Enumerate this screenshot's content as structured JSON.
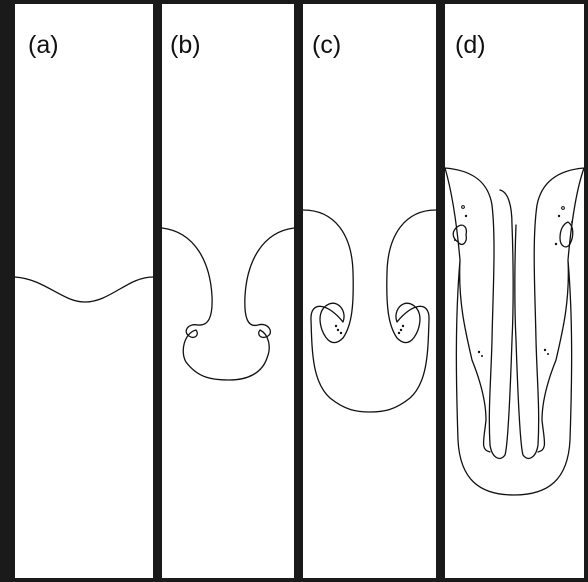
{
  "figure": {
    "panels": [
      {
        "id": "a",
        "label": "(a)"
      },
      {
        "id": "b",
        "label": "(b)"
      },
      {
        "id": "c",
        "label": "(c)"
      },
      {
        "id": "d",
        "label": "(d)"
      }
    ],
    "colors": {
      "line": "#111111",
      "border": "#1a1a1a",
      "background": "#ffffff"
    }
  }
}
